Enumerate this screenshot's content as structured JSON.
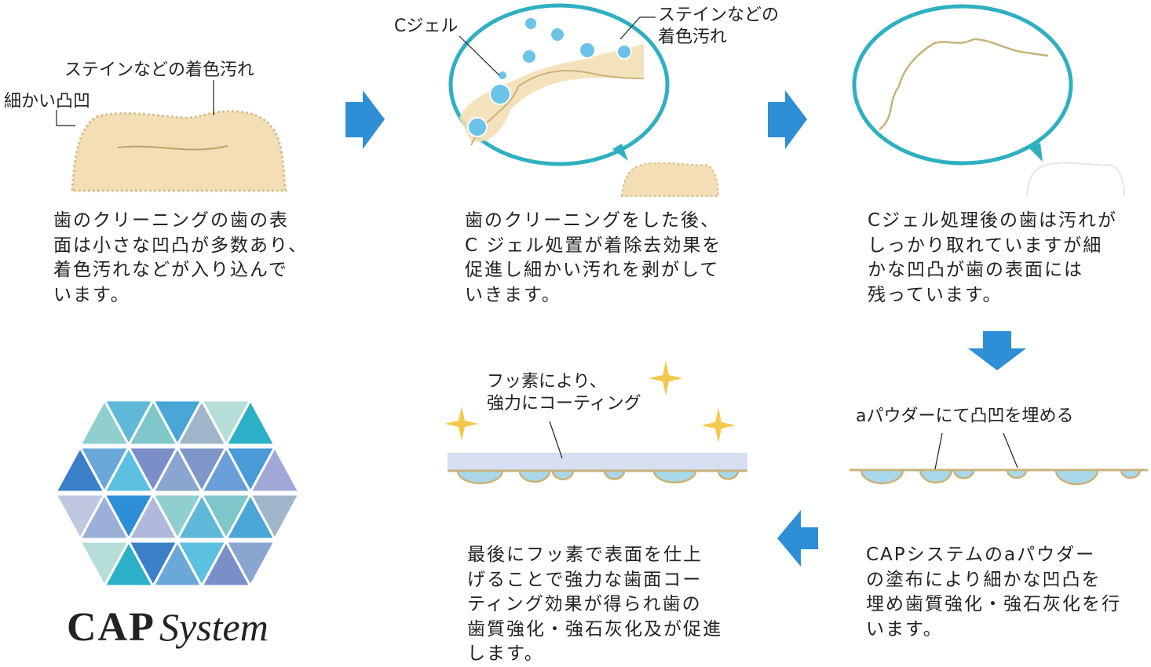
{
  "colors": {
    "arrow": "#2f8fd6",
    "ring": "#2fb0c0",
    "tooth": "#f3dfb5",
    "gum_line": "#c8b27a",
    "powder": "#a9d8ea",
    "coating": "#d6def0",
    "sparkle": "#f2c94c"
  },
  "step1": {
    "label_stain": "ステインなどの着色汚れ",
    "label_bumps": "細かい凸凹",
    "text": "歯のクリーニングの歯の表\n面は小さな凹凸が多数あり、\n着色汚れなどが入り込んで\nいます。"
  },
  "step2": {
    "label_gel": "Cジェル",
    "label_stain": "ステインなどの\n着色汚れ",
    "text": "歯のクリーニングをした後、\nC ジェル処置が着除去効果を\n促進し細かい汚れを剥がして\nいきます。"
  },
  "step3": {
    "text": "Cジェル処理後の歯は汚れが\nしっかり取れていますが細\nかな凹凸が歯の表面には\n残っています。"
  },
  "step4": {
    "label": "aパウダーにて凸凹を埋める",
    "text": "CAPシステムのaパウダー\nの塗布により細かな凹凸を\n埋め歯質強化・強石灰化を行\nいます。"
  },
  "step5": {
    "label": "フッ素により、\n強力にコーティング",
    "text": "最後にフッ素で表面を仕上\nげることで強力な歯面コー\nティング効果が得られ歯の\n歯質強化・強石灰化及が促進\nします。"
  },
  "logo": {
    "main": "CAP",
    "script": "System"
  }
}
